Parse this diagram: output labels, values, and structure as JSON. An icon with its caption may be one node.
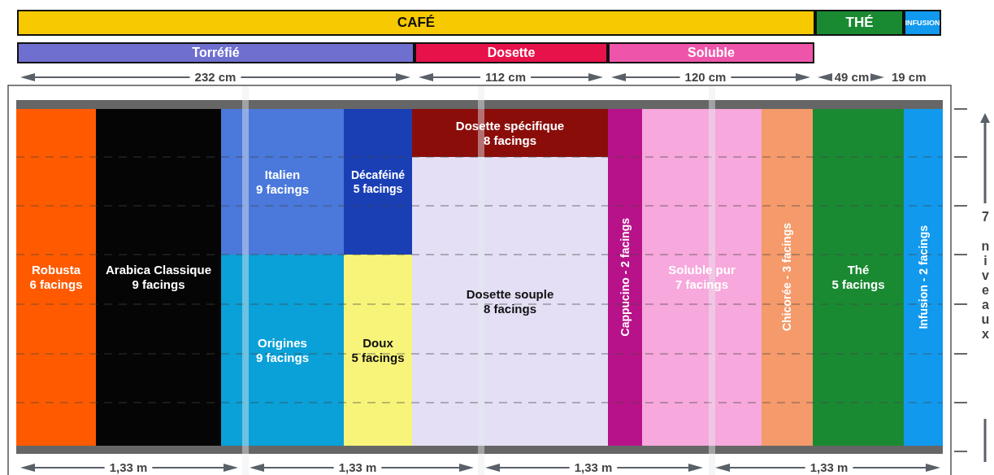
{
  "diagram": {
    "nodes": [
      {
        "text": [
          "CAFÉ"
        ]
      },
      {
        "text": [
          "THÉ"
        ]
      },
      {
        "text": [
          "INFUSION"
        ]
      },
      {
        "text": [
          "Torréfié"
        ]
      },
      {
        "text": [
          "Dosette"
        ]
      },
      {
        "text": [
          "Soluble"
        ]
      },
      {
        "text": [
          "Robusta",
          "6 facings"
        ]
      },
      {
        "text": [
          "Arabica Classique",
          "9 facings"
        ]
      },
      {
        "text": [
          "Italien",
          "9 facings"
        ]
      },
      {
        "text": [
          "Décaféiné",
          "5 facings"
        ]
      },
      {
        "text": [
          "Origines",
          "9 facings"
        ]
      },
      {
        "text": [
          "Doux",
          "5 facings"
        ]
      },
      {
        "text": [
          "Dosette spécifique",
          "8 facings"
        ]
      },
      {
        "text": [
          "Dosette souple",
          "8 facings"
        ]
      },
      {
        "text": [
          "Cappucino - 2 facings"
        ]
      },
      {
        "text": [
          "Soluble pur",
          "7 facings"
        ]
      },
      {
        "text": [
          "Chicorée - 3 facings"
        ]
      },
      {
        "text": [
          "Thé",
          "5 facings"
        ]
      },
      {
        "text": [
          "Infusion - 2 facings"
        ]
      }
    ],
    "labels": [
      "232 cm",
      "112 cm",
      "120 cm",
      "49 cm",
      "19 cm",
      "1,33 m",
      "1,33 m",
      "1,33 m",
      "1,33 m",
      "7 niveaux"
    ]
  }
}
